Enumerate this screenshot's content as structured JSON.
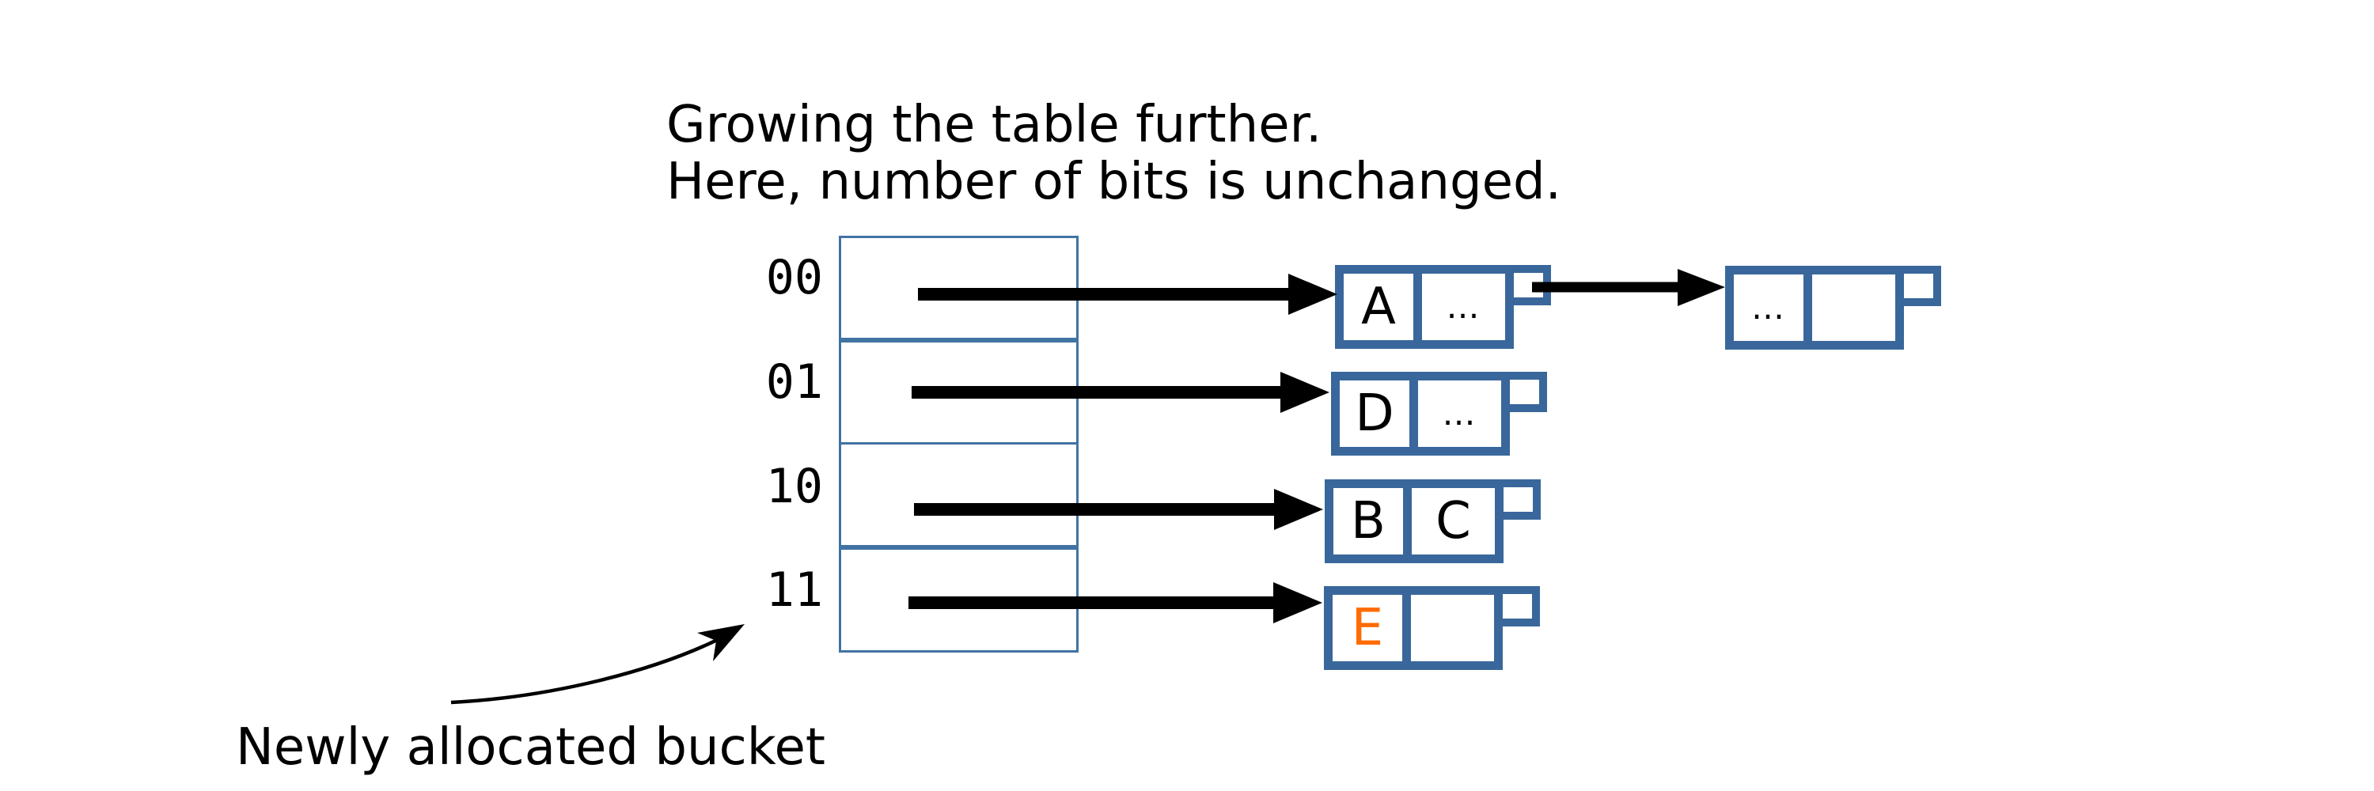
{
  "title": {
    "line1": "Growing the table further.",
    "line2": "Here, number of bits is unchanged."
  },
  "directory": {
    "labels": [
      "00",
      "01",
      "10",
      "11"
    ]
  },
  "buckets": [
    {
      "id": "A",
      "slots": [
        "A",
        "…"
      ]
    },
    {
      "id": "A-overflow",
      "slots": [
        "…",
        ""
      ]
    },
    {
      "id": "D",
      "slots": [
        "D",
        "…"
      ]
    },
    {
      "id": "BC",
      "slots": [
        "B",
        "C"
      ]
    },
    {
      "id": "E",
      "slots": [
        "E",
        ""
      ]
    }
  ],
  "annotation": {
    "label": "Newly allocated bucket"
  },
  "colors": {
    "bucket_border": "#39679b",
    "table_border": "#4173a3",
    "highlight_letter": "#ff6b00",
    "arrow": "#000000",
    "text": "#000000"
  }
}
